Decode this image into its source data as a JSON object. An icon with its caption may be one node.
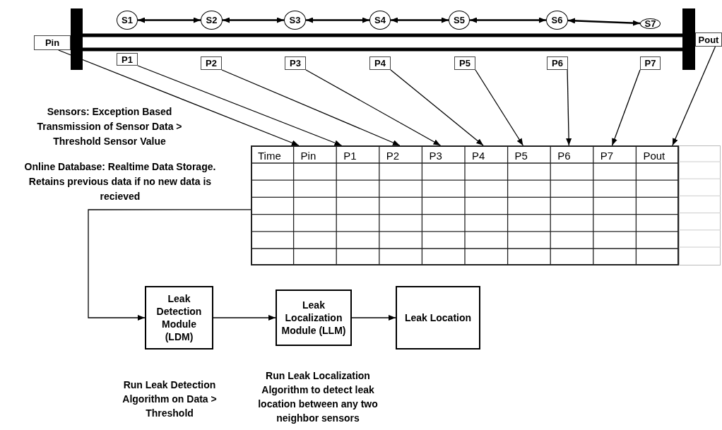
{
  "diagram": {
    "nodes": [
      {
        "text": [
          "S1"
        ]
      },
      {
        "text": [
          "S2"
        ]
      },
      {
        "text": [
          "S3"
        ]
      },
      {
        "text": [
          "S4"
        ]
      },
      {
        "text": [
          "S5"
        ]
      },
      {
        "text": [
          "S6"
        ]
      },
      {
        "text": [
          "S7"
        ]
      },
      {
        "text": [
          "Pin"
        ]
      },
      {
        "text": [
          "Pout"
        ]
      },
      {
        "text": [
          "P1"
        ]
      },
      {
        "text": [
          "P2"
        ]
      },
      {
        "text": [
          "P3"
        ]
      },
      {
        "text": [
          "P4"
        ]
      },
      {
        "text": [
          "P5"
        ]
      },
      {
        "text": [
          "P6"
        ]
      },
      {
        "text": [
          "P7"
        ]
      },
      {
        "text": [],
        "shape": "table"
      },
      {
        "text": [
          "Time"
        ],
        "in": 16
      },
      {
        "text": [
          "Pin"
        ],
        "in": 16
      },
      {
        "text": [
          "P1"
        ],
        "in": 16
      },
      {
        "text": [
          "P2"
        ],
        "in": 16
      },
      {
        "text": [
          "P3"
        ],
        "in": 16
      },
      {
        "text": [
          "P4"
        ],
        "in": 16
      },
      {
        "text": [
          "P5"
        ],
        "in": 16
      },
      {
        "text": [
          "P6"
        ],
        "in": 16
      },
      {
        "text": [
          "P7"
        ],
        "in": 16
      },
      {
        "text": [
          "Pout"
        ],
        "in": 16
      },
      {
        "text": [
          "Leak Detection Module (LDM)"
        ],
        "beside": [
          "Run Leak Detection Algorithm on Data > Threshold"
        ]
      },
      {
        "text": [
          "Leak Localization Module (LLM)"
        ],
        "beside": [
          "Run Leak Localization Algorithm to detect leak location between any two neighbor sensors"
        ]
      },
      {
        "text": [
          "Leak Location"
        ]
      }
    ],
    "edges": [
      {
        "from": 0,
        "to": 1,
        "arrow": "both"
      },
      {
        "from": 1,
        "to": 2,
        "arrow": "both"
      },
      {
        "from": 2,
        "to": 3,
        "arrow": "both"
      },
      {
        "from": 3,
        "to": 4,
        "arrow": "both"
      },
      {
        "from": 4,
        "to": 5,
        "arrow": "both"
      },
      {
        "from": 5,
        "to": 6,
        "arrow": "both"
      },
      {
        "from": 7,
        "to": 18,
        "arrow": "to"
      },
      {
        "from": 9,
        "to": 19,
        "arrow": "to"
      },
      {
        "from": 10,
        "to": 20,
        "arrow": "to"
      },
      {
        "from": 11,
        "to": 21,
        "arrow": "to"
      },
      {
        "from": 12,
        "to": 22,
        "arrow": "to"
      },
      {
        "from": 13,
        "to": 23,
        "arrow": "to"
      },
      {
        "from": 14,
        "to": 24,
        "arrow": "to"
      },
      {
        "from": 15,
        "to": 25,
        "arrow": "to"
      },
      {
        "from": 8,
        "to": 26,
        "arrow": "to"
      },
      {
        "from": 16,
        "to": 27,
        "arrow": "to"
      },
      {
        "from": 27,
        "to": 28,
        "arrow": "to"
      },
      {
        "from": 28,
        "to": 29,
        "arrow": "to"
      }
    ],
    "labels": [
      "Sensors: Exception Based Transmission of Sensor Data > Threshold Sensor Value",
      "Online Database: Realtime Data Storage. Retains previous data if no new data is recieved"
    ]
  }
}
